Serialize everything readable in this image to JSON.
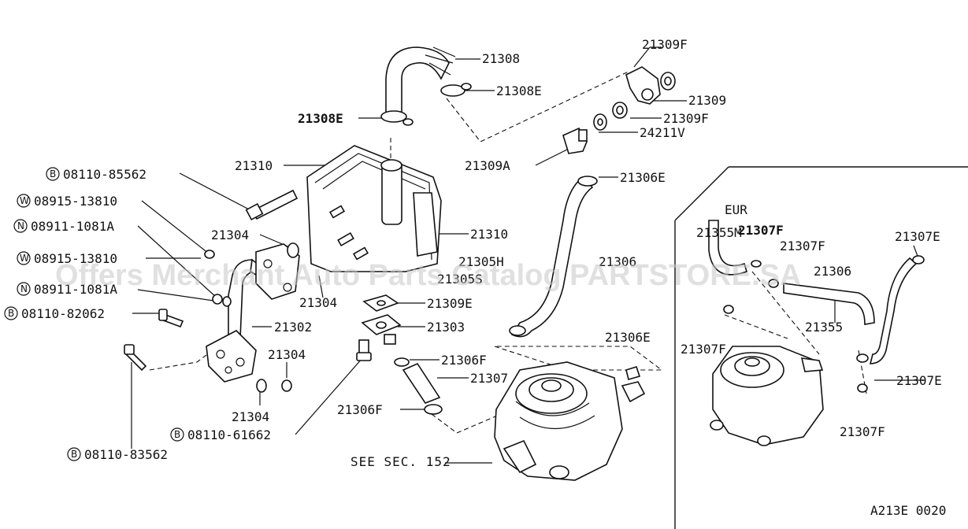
{
  "labels": {
    "p21308": "21308",
    "p21308E_a": "21308E",
    "p21308E_b": "21308E",
    "p21309F_a": "21309F",
    "p21309": "21309",
    "p21309F_b": "21309F",
    "p24211V": "24211V",
    "p21309A": "21309A",
    "p21306E_a": "21306E",
    "p21310_a": "21310",
    "p21310_b": "21310",
    "p21304_a": "21304",
    "p21305H": "21305H",
    "p21306": "21306",
    "p21305S": "21305S",
    "p21304_b": "21304",
    "p21309E": "21309E",
    "p21302": "21302",
    "p21303": "21303",
    "p21306E_b": "21306E",
    "p21304_c": "21304",
    "p21306F_a": "21306F",
    "p21307": "21307",
    "p21304_d": "21304",
    "p21306F_b": "21306F",
    "see_sec": "SEE SEC. 152",
    "b1_num": "08110-85562",
    "w1_num": "08915-13810",
    "n1_num": "08911-1081A",
    "w2_num": "08915-13810",
    "n2_num": "08911-1081A",
    "b2_num": "08110-82062",
    "b3_num": "08110-61662",
    "b4_num": "08110-83562",
    "eur": "EUR",
    "p21355M": "21355M",
    "p21307F_a": "21307F",
    "p21307F_b": "21307F",
    "p21307E_a": "21307E",
    "p21306_eur": "21306",
    "p21355": "21355",
    "p21307F_c": "21307F",
    "p21307E_b": "21307E",
    "p21307F_d": "21307F",
    "ref_code": "A213E 0020"
  },
  "prefix": {
    "B": "B",
    "W": "W",
    "N": "N"
  },
  "watermark": "Offers Merchant Auto Parts Catalog PARTSTORE.SA"
}
